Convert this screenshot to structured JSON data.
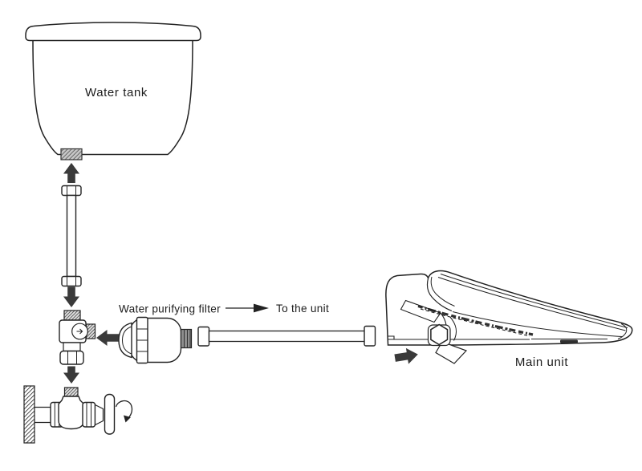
{
  "diagram": {
    "type": "installation-diagram",
    "labels": {
      "water_tank": "Water tank",
      "water_purifying_filter": "Water purifying filter",
      "to_the_unit": "To the unit",
      "main_unit": "Main unit"
    },
    "colors": {
      "background": "#ffffff",
      "line": "#222222",
      "arrow": "#3a3a3a",
      "hatch_fill": "#c8c8c8"
    }
  }
}
